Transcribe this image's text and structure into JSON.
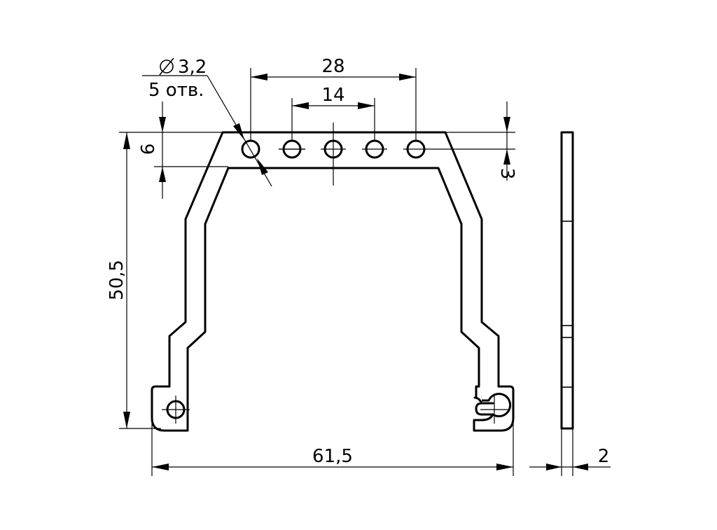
{
  "dimensions": {
    "hole_diameter": "3,2",
    "hole_count": "5 отв.",
    "outer_hole_span": "28",
    "inner_hole_span": "14",
    "strip_height": "6",
    "hole_offset": "3",
    "total_height": "50,5",
    "total_width": "61,5",
    "thickness": "2"
  }
}
